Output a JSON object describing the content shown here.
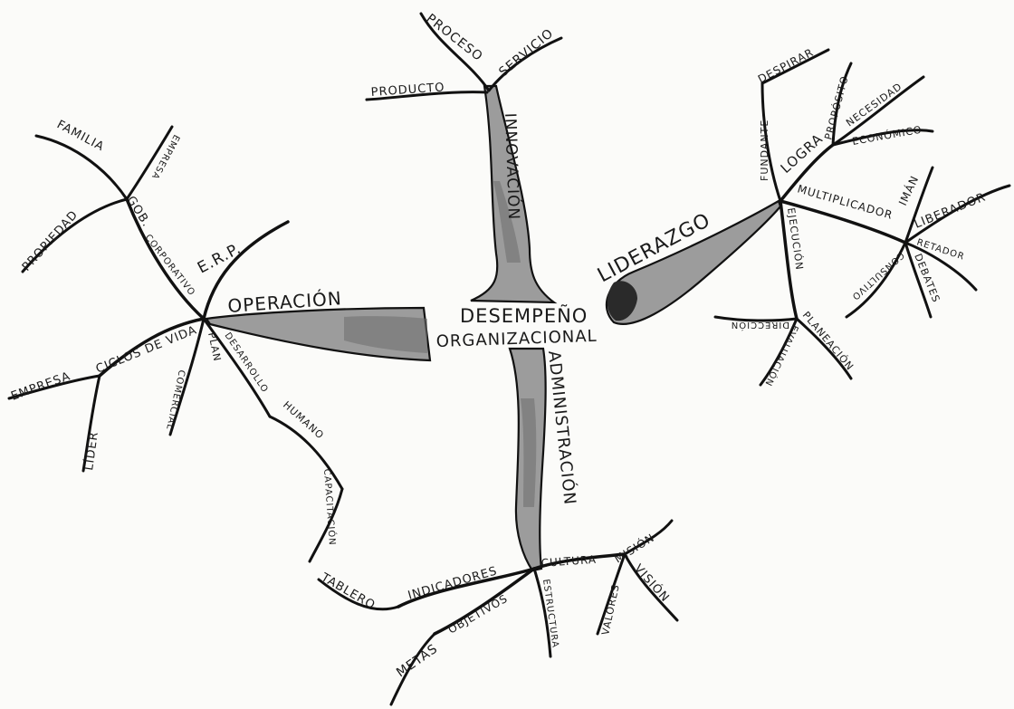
{
  "center": {
    "line1": "DESEMPEÑO",
    "line2": "ORGANIZACIONAL"
  },
  "branches": {
    "innovacion": {
      "label": "INNOVACIÓN",
      "children": {
        "proceso": "PROCESO",
        "servicio": "SERVICIO",
        "producto": "PRODUCTO"
      }
    },
    "liderazgo": {
      "label": "LIDERAZGO",
      "children": {
        "logra": "LOGRA",
        "fundante": "FUNDANTE",
        "despirar": "DESPIRAR",
        "proposito": "PROPÓSITO",
        "necesidad": "NECESIDAD",
        "economico": "ECONÓMICO",
        "multiplicador": "MULTIPLICADOR",
        "liberador": "LIBERADOR",
        "iman": "IMÁN",
        "retador": "RETADOR",
        "debates": "DEBATES",
        "consultivo": "CONSULTIVO",
        "ejecucion": "EJECUCIÓN",
        "planeacion": "PLANEACIÓN",
        "direccion": "DIRECCIÓN",
        "evaluacion": "EVALUACIÓN"
      }
    },
    "operacion": {
      "label": "OPERACIÓN",
      "children": {
        "erp": "E.R.P.",
        "gob": "GOB.",
        "corporativo": "CORPORATIVO",
        "familia": "FAMILIA",
        "empresa_top": "EMPRESA",
        "propiedad": "PROPIEDAD",
        "ciclos": "CICLOS DE VIDA",
        "empresa": "EMPRESA",
        "lider": "LÍDER",
        "plan": "PLAN",
        "comercial": "COMERCIAL",
        "desarrollo": "DESARROLLO",
        "humano": "HUMANO",
        "capacitacion": "CAPACITACIÓN"
      }
    },
    "administracion": {
      "label": "ADMINISTRACIÓN",
      "children": {
        "indicadores": "INDICADORES",
        "tablero": "TABLERO",
        "objetivos": "OBJETIVOS",
        "metas": "METAS",
        "estructura": "ESTRUCTURA",
        "cultura": "CULTURA",
        "mision": "MISIÓN",
        "vision": "VISIÓN",
        "valores": "VALORES"
      }
    }
  }
}
